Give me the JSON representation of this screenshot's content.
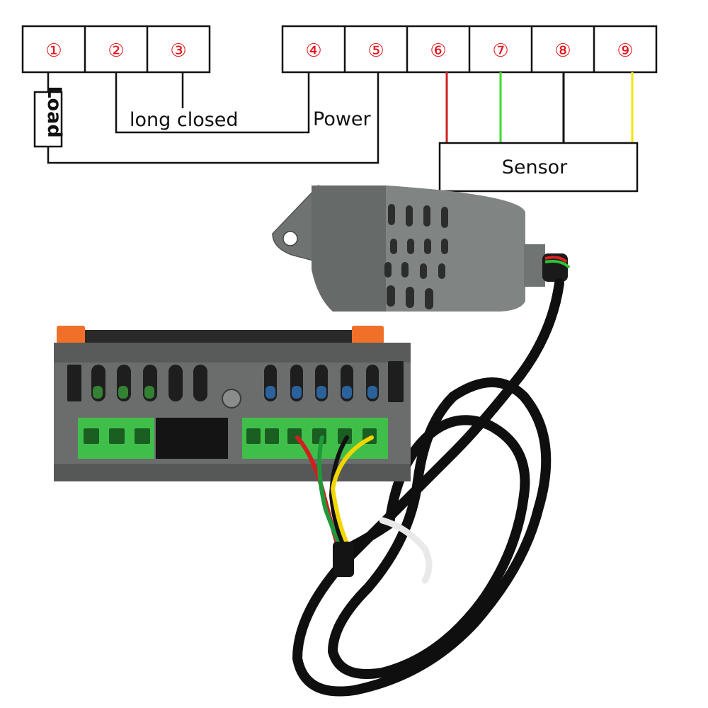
{
  "terminals": [
    {
      "id": "1",
      "label": "①"
    },
    {
      "id": "2",
      "label": "②"
    },
    {
      "id": "3",
      "label": "③"
    },
    {
      "id": "4",
      "label": "④"
    },
    {
      "id": "5",
      "label": "⑤"
    },
    {
      "id": "6",
      "label": "⑥"
    },
    {
      "id": "7",
      "label": "⑦"
    },
    {
      "id": "8",
      "label": "⑧"
    },
    {
      "id": "9",
      "label": "⑨"
    }
  ],
  "labels": {
    "load": "Load",
    "long_closed": "long closed",
    "power": "Power",
    "sensor": "Sensor"
  },
  "colors": {
    "terminal_number": "#e3141b",
    "wire_6": "#d1201f",
    "wire_7": "#3ddc2a",
    "wire_8": "#1a1a1a",
    "wire_9": "#f2e600",
    "device_body": "#6b6b6b",
    "terminal_block": "#3fbf4a",
    "orange_clip": "#f0702a",
    "cable": "#111111"
  },
  "image": {
    "device": "temperature-humidity-controller",
    "probe": "humidity-sensor-probe"
  }
}
